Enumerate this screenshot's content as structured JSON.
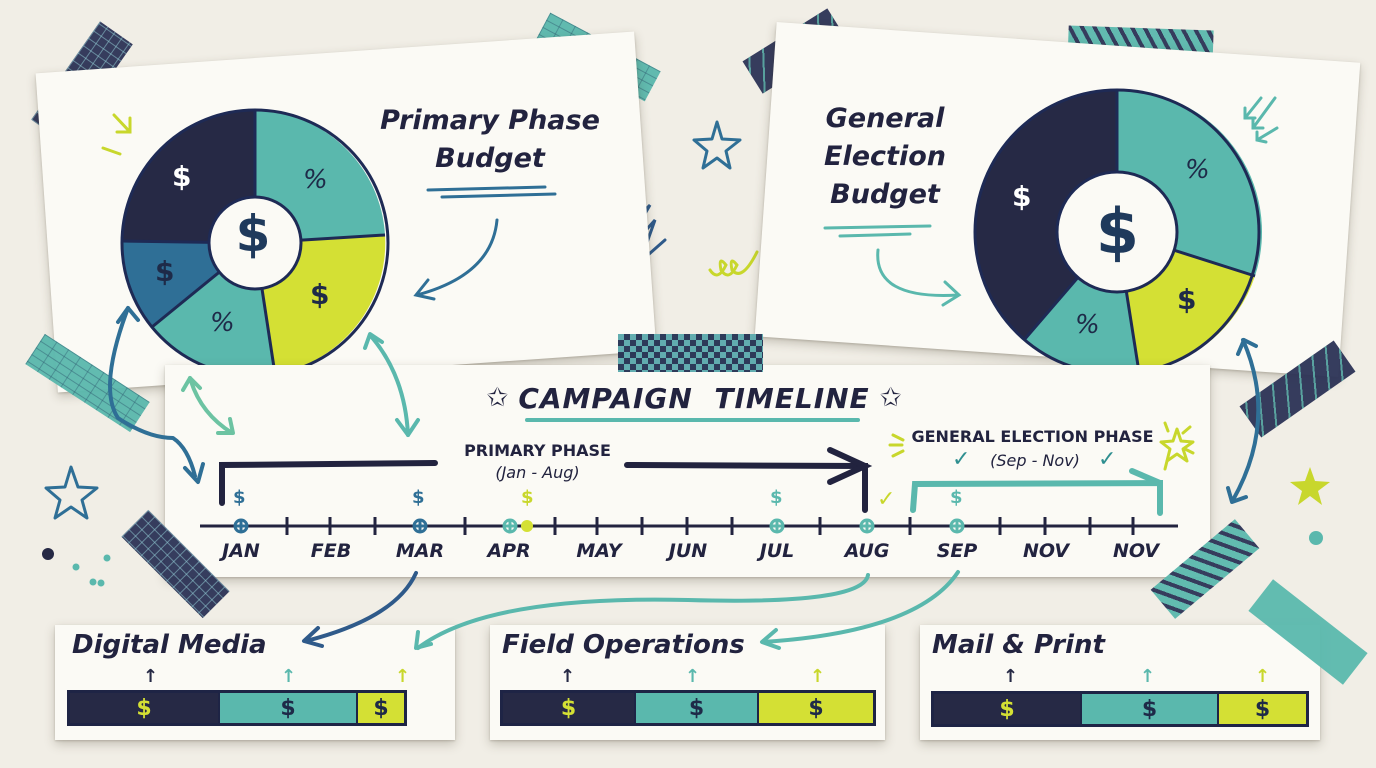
{
  "colors": {
    "navy": "#262945",
    "teal": "#5ab8ad",
    "blue": "#2f6f96",
    "lime": "#d4e034",
    "paper": "#fbfaf5",
    "background": "#f1eee6",
    "ink": "#22233f"
  },
  "primary_budget": {
    "title_line1": "Primary Phase",
    "title_line2": "Budget",
    "center_symbol": "$",
    "segments": [
      {
        "color": "navy",
        "symbol": "$"
      },
      {
        "color": "teal",
        "symbol": "%"
      },
      {
        "color": "lime",
        "symbol": "$"
      },
      {
        "color": "teal",
        "symbol": "%"
      },
      {
        "color": "blue",
        "symbol": "$"
      }
    ]
  },
  "general_budget": {
    "title_line1": "General",
    "title_line2": "Election",
    "title_line3": "Budget",
    "center_symbol": "$",
    "segments": [
      {
        "color": "navy",
        "symbol": "$"
      },
      {
        "color": "teal",
        "symbol": "%"
      },
      {
        "color": "lime",
        "symbol": "$"
      },
      {
        "color": "teal",
        "symbol": "%"
      }
    ]
  },
  "timeline": {
    "title": "CAMPAIGN  TIMELINE",
    "primary_phase": {
      "label": "PRIMARY PHASE",
      "range": "(Jan - Aug)"
    },
    "general_phase": {
      "label": "GENERAL ELECTION PHASE",
      "range": "(Sep - Nov)"
    },
    "months": [
      "JAN",
      "FEB",
      "MAR",
      "APR",
      "MAY",
      "JUN",
      "JUL",
      "AUG",
      "SEP",
      "NOV",
      "NOV"
    ],
    "milestones": [
      {
        "month": "JAN",
        "symbol": "$",
        "color": "blue"
      },
      {
        "month": "MAR",
        "symbol": "$",
        "color": "blue"
      },
      {
        "month": "APR",
        "symbol": "$",
        "color": "lime"
      },
      {
        "month": "JUL",
        "symbol": "$",
        "color": "teal"
      },
      {
        "month": "AUG",
        "symbol": "✓",
        "color": "lime"
      },
      {
        "month": "SEP",
        "symbol": "$",
        "color": "teal"
      }
    ],
    "check_mark": "✓",
    "star_symbol": "✩"
  },
  "categories": [
    {
      "title": "Digital Media",
      "segments": [
        "$",
        "$",
        "$"
      ]
    },
    {
      "title": "Field Operations",
      "segments": [
        "$",
        "$",
        "$"
      ]
    },
    {
      "title": "Mail & Print",
      "segments": [
        "$",
        "$",
        "$"
      ]
    }
  ],
  "arrow_up": "↑"
}
